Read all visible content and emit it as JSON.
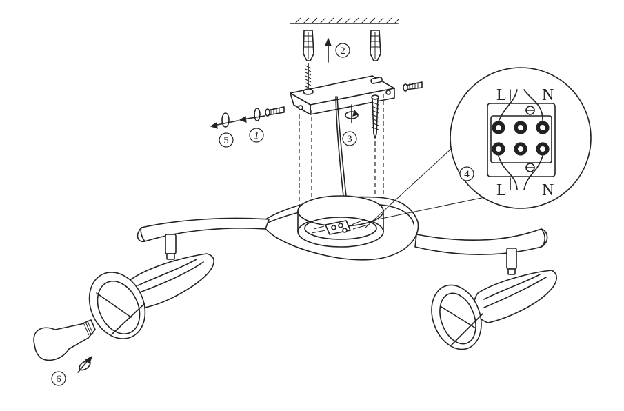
{
  "steps": [
    "1",
    "2",
    "3",
    "4",
    "5",
    "6"
  ],
  "terminals": {
    "left": "L",
    "right": "N"
  }
}
